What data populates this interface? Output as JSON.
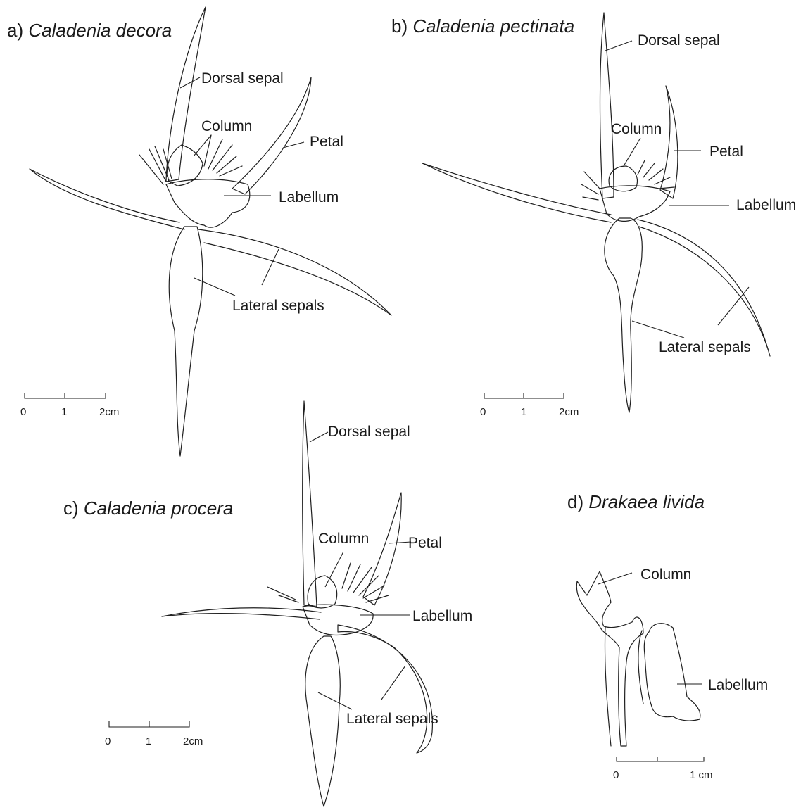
{
  "panels": [
    {
      "letter": "a)",
      "species": "Caladenia decora",
      "labels": {
        "dorsal_sepal": "Dorsal sepal",
        "column": "Column",
        "petal": "Petal",
        "labellum": "Labellum",
        "lateral_sepals": "Lateral sepals"
      },
      "scale": {
        "ticks": [
          "0",
          "1",
          "2cm"
        ]
      }
    },
    {
      "letter": "b)",
      "species": "Caladenia pectinata",
      "labels": {
        "dorsal_sepal": "Dorsal sepal",
        "column": "Column",
        "petal": "Petal",
        "labellum": "Labellum",
        "lateral_sepals": "Lateral sepals"
      },
      "scale": {
        "ticks": [
          "0",
          "1",
          "2cm"
        ]
      }
    },
    {
      "letter": "c)",
      "species": "Caladenia procera",
      "labels": {
        "dorsal_sepal": "Dorsal sepal",
        "column": "Column",
        "petal": "Petal",
        "labellum": "Labellum",
        "lateral_sepals": "Lateral sepals"
      },
      "scale": {
        "ticks": [
          "0",
          "1",
          "2cm"
        ]
      }
    },
    {
      "letter": "d)",
      "species": "Drakaea livida",
      "labels": {
        "column": "Column",
        "labellum": "Labellum"
      },
      "scale": {
        "ticks": [
          "0",
          "1 cm"
        ]
      }
    }
  ]
}
